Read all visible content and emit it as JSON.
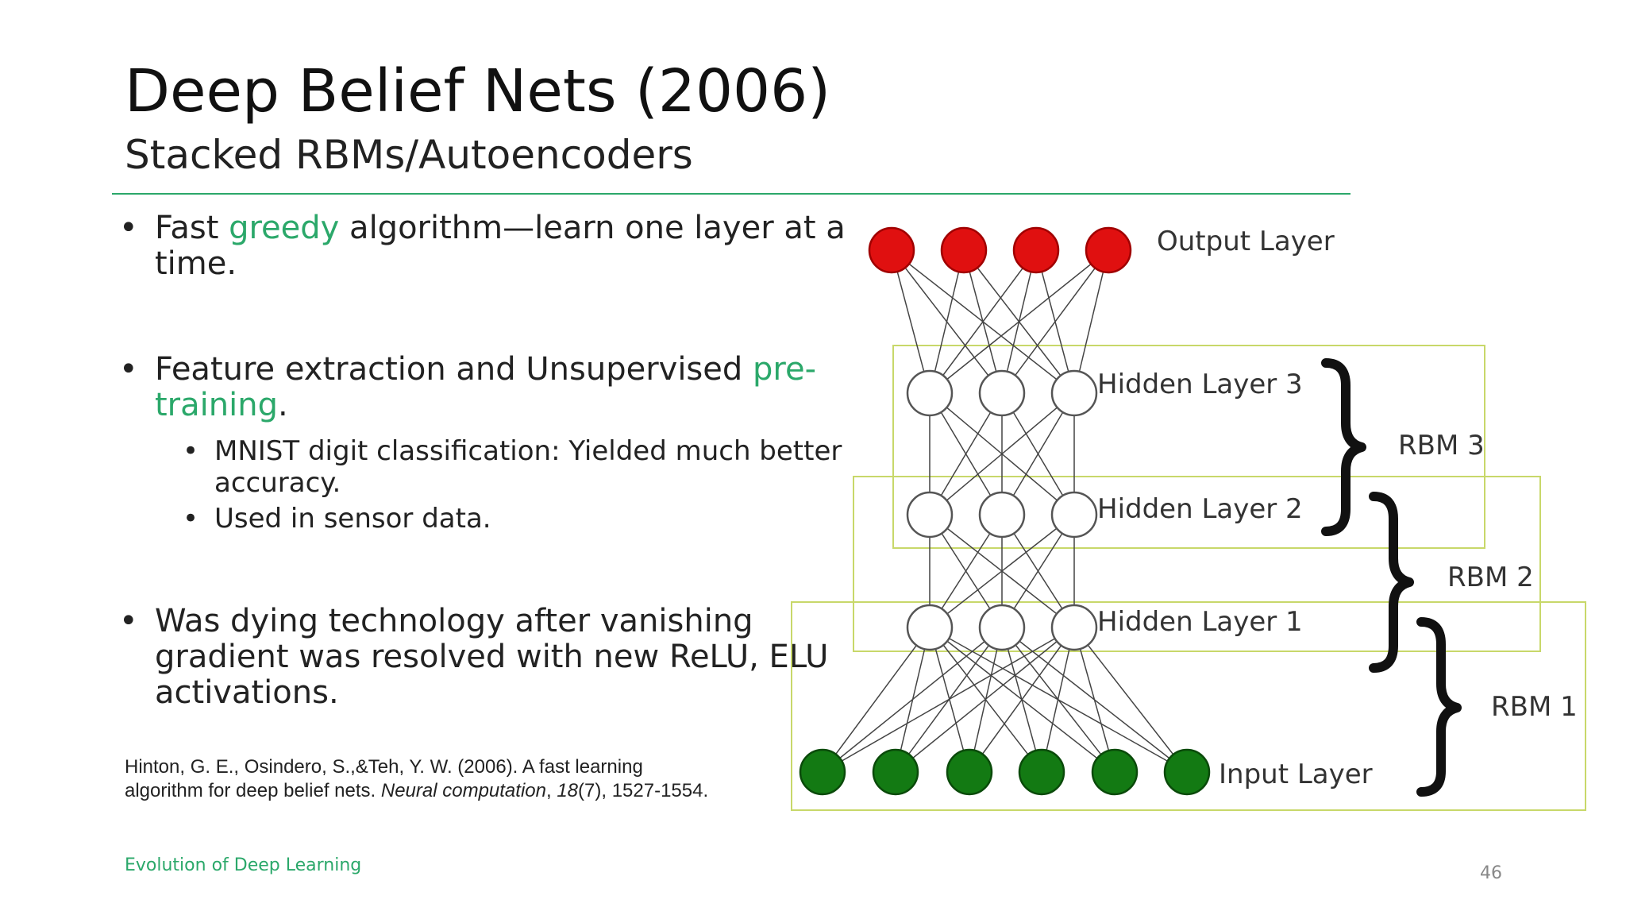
{
  "slide": {
    "title": "Deep Belief Nets (2006)",
    "subtitle": "Stacked RBMs/Autoencoders",
    "bullets": [
      {
        "pre": "Fast ",
        "em": "greedy",
        "post": " algorithm—learn one layer at a time."
      },
      {
        "pre": "Feature extraction and Unsupervised ",
        "em": "pre-training",
        "post": "."
      },
      {
        "text": "Was dying technology after vanishing gradient was resolved with new ReLU, ELU activations."
      }
    ],
    "subbullets": [
      "MNIST digit classification: Yielded much better accuracy.",
      "Used in sensor data."
    ],
    "citation": {
      "part1": "Hinton, G. E., Osindero, S.,&Teh, Y. W. (2006). A fast learning algorithm for deep belief nets. ",
      "journal": "Neural computation",
      "sep": ", ",
      "volume": "18",
      "rest": "(7), 1527-1554."
    },
    "footer": "Evolution of Deep Learning",
    "page_number": "46"
  },
  "diagram": {
    "labels": {
      "output": "Output Layer",
      "hidden3": "Hidden Layer 3",
      "hidden2": "Hidden Layer 2",
      "hidden1": "Hidden Layer 1",
      "input": "Input Layer",
      "rbm3": "RBM 3",
      "rbm2": "RBM 2",
      "rbm1": "RBM 1"
    },
    "colors": {
      "output": "#e01010",
      "input": "#137a13",
      "hidden": "#ffffff",
      "box": "#c8d86a",
      "accent": "#2ba86a"
    }
  }
}
